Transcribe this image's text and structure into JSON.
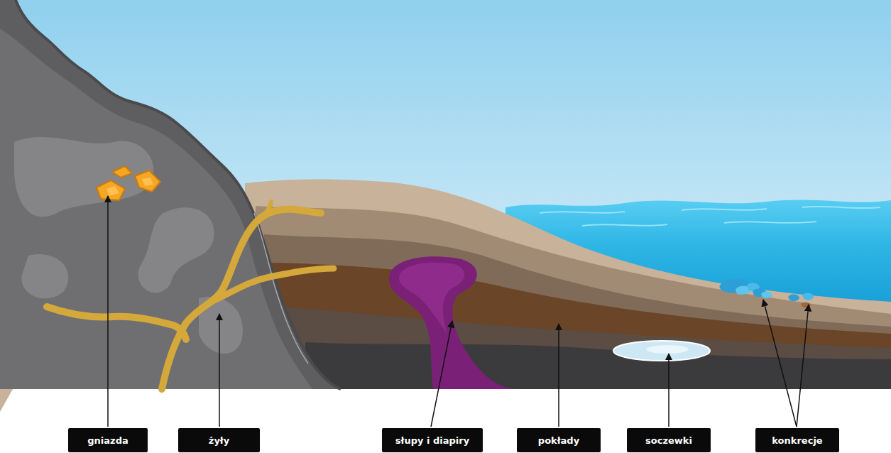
{
  "diagram": {
    "nodes": [
      {
        "text": [
          "gniazda"
        ]
      },
      {
        "text": [
          "żyły"
        ]
      },
      {
        "text": [
          "słupy i diapiry"
        ]
      },
      {
        "text": [
          "pokłady"
        ]
      },
      {
        "text": [
          "soczewki"
        ]
      },
      {
        "text": [
          "konkrecje"
        ]
      }
    ]
  }
}
